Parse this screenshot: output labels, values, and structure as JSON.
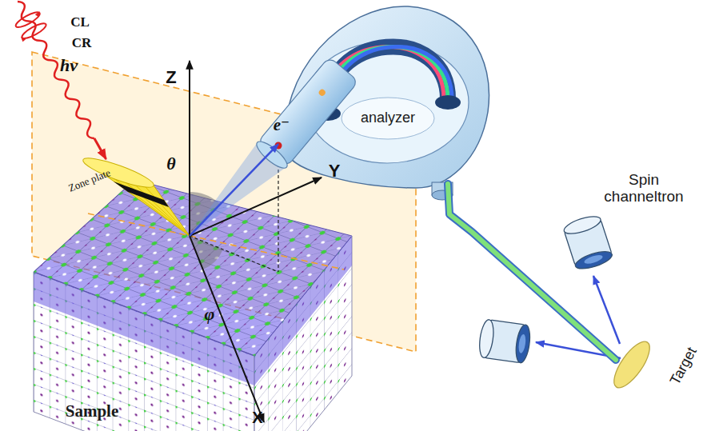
{
  "diagram": {
    "nodes": [
      {
        "text": [
          "Sample"
        ]
      },
      {
        "text": [
          "analyzer"
        ]
      },
      {
        "text": [
          "Target"
        ]
      },
      {
        "text": [
          "Spin channeltron"
        ]
      }
    ],
    "edges": [
      {
        "from": 0,
        "to": 1,
        "arrow": "to",
        "label": "e⁻"
      },
      {
        "from": 1,
        "to": 2,
        "arrow": "none"
      },
      {
        "from": 2,
        "to": 3,
        "arrow": "to"
      }
    ],
    "labels": [
      "CL",
      "CR",
      "hν",
      "Zone plate",
      "Z",
      "θ",
      "Y",
      "φ",
      "X"
    ]
  }
}
